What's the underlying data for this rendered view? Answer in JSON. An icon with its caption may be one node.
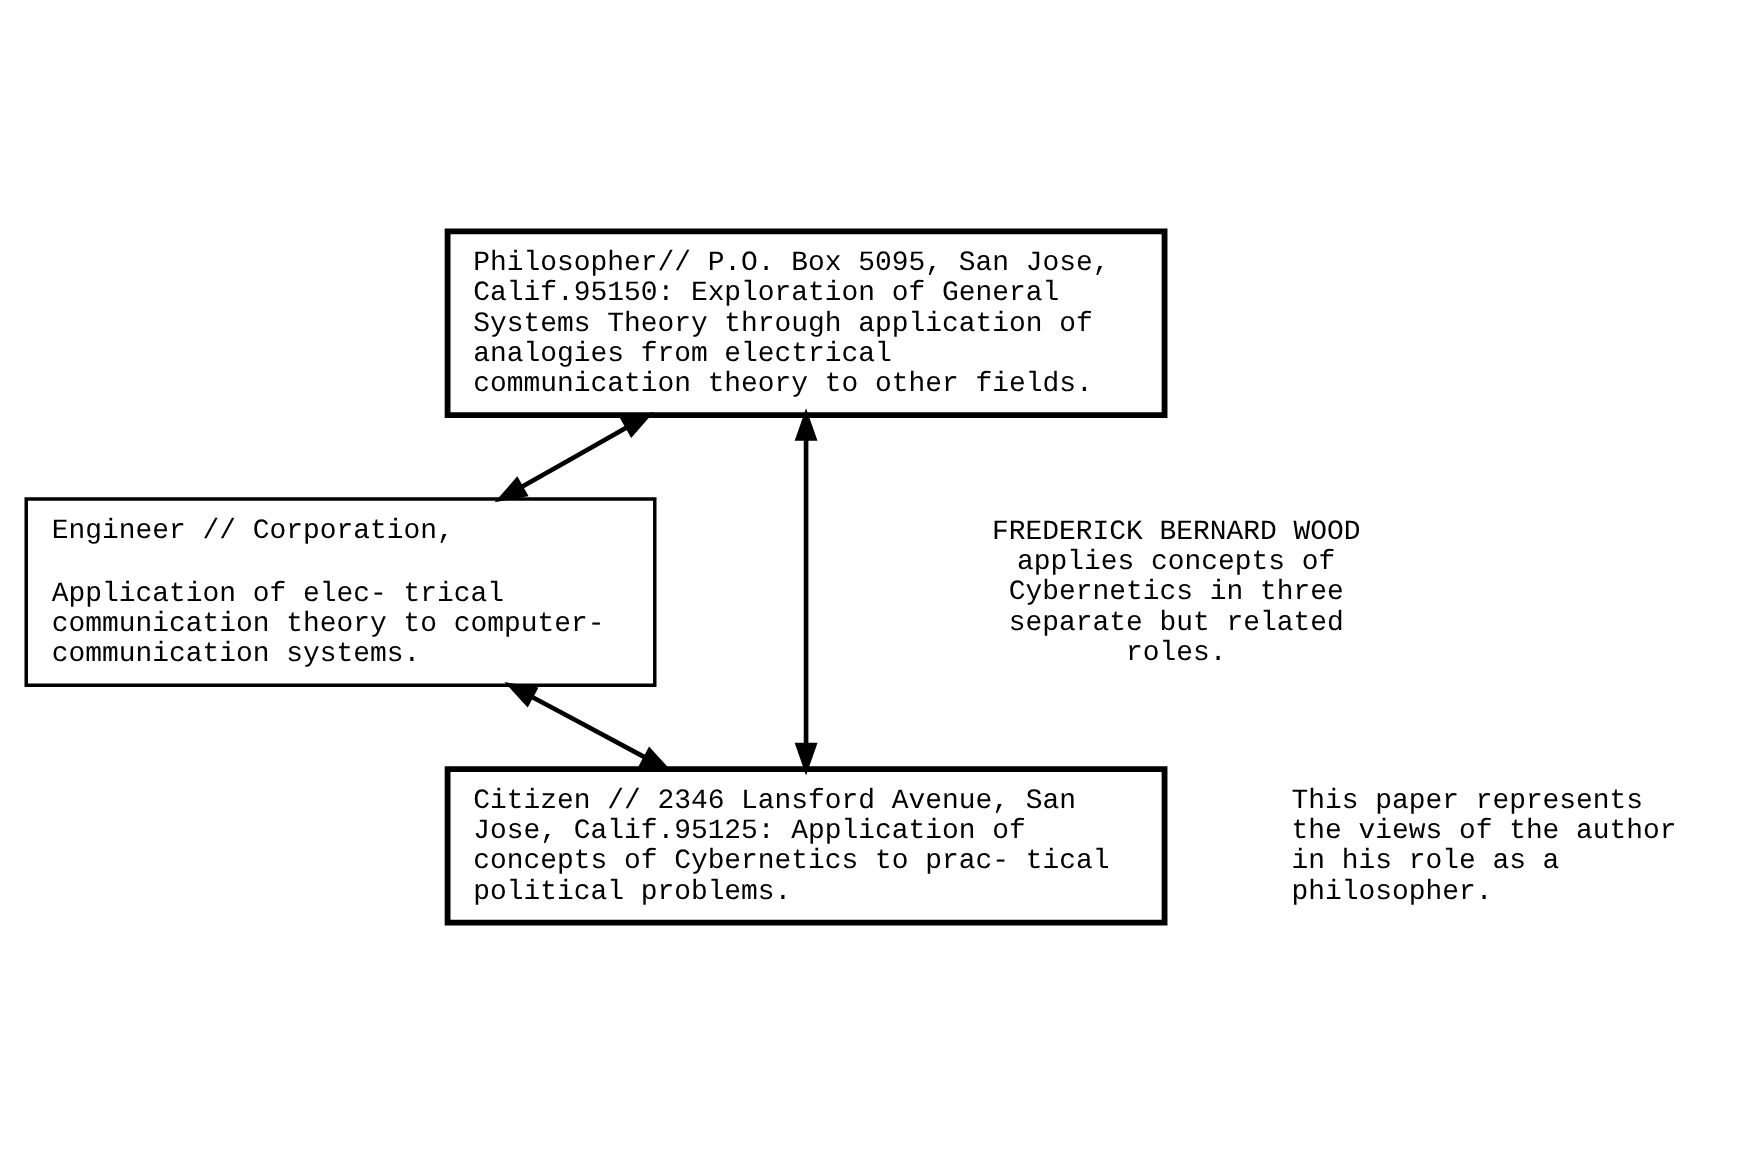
{
  "diagram": {
    "nodes": [
      {
        "text": [
          "Philosopher// P.O. Box 5095, San Jose, Calif.95150: Exploration of General Systems Theory through application of analogies from electrical communication theory to other fields."
        ]
      },
      {
        "text": [
          "Engineer // Corporation,",
          "Application of elec- trical communication theory to computer-communication systems."
        ]
      },
      {
        "text": [
          "Citizen // 2346 Lansford Avenue, San Jose, Calif.95125: Application of concepts of Cybernetics to prac- tical political problems."
        ]
      }
    ],
    "edges": [
      {
        "from": 0,
        "to": 1,
        "arrow": "both"
      },
      {
        "from": 0,
        "to": 2,
        "arrow": "both"
      },
      {
        "from": 1,
        "to": 2,
        "arrow": "both"
      }
    ],
    "labels": [
      "FREDERICK BERNARD WOOD applies concepts of Cybernetics in three separate but related roles.",
      "This paper represents the views of the author in his role as a philosopher."
    ]
  }
}
